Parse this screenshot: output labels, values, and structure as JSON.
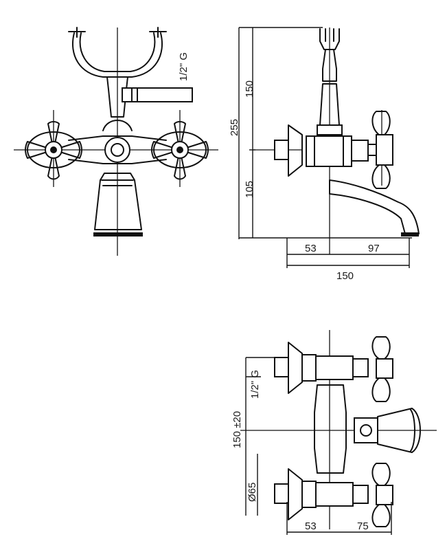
{
  "drawing": {
    "front_view": {
      "thread_label": "1/2\" G"
    },
    "side_view": {
      "dim_upper": "150",
      "dim_total": "255",
      "dim_lower": "105",
      "dim_left": "53",
      "dim_right": "97",
      "dim_width": "150"
    },
    "plan_view": {
      "thread_label": "1/2\" G",
      "dim_spacing": "150 ±20",
      "dim_diameter": "Ø65",
      "dim_left": "53",
      "dim_right": "75"
    }
  }
}
